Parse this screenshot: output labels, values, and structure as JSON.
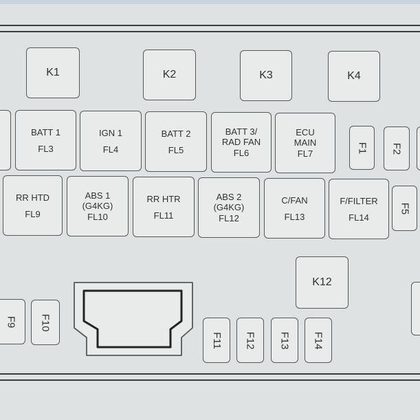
{
  "relays": [
    {
      "id": "k1",
      "label": "K1"
    },
    {
      "id": "k2",
      "label": "K2"
    },
    {
      "id": "k3",
      "label": "K3"
    },
    {
      "id": "k4",
      "label": "K4"
    },
    {
      "id": "k12",
      "label": "K12"
    }
  ],
  "fusible_links_row1": [
    {
      "id": "fl3",
      "label": "BATT 1",
      "code": "FL3"
    },
    {
      "id": "fl4",
      "label": "IGN 1",
      "code": "FL4"
    },
    {
      "id": "fl5",
      "label": "BATT 2",
      "code": "FL5"
    },
    {
      "id": "fl6",
      "label": "BATT 3/\nRAD FAN",
      "code": "FL6"
    },
    {
      "id": "fl7",
      "label": "ECU\nMAIN",
      "code": "FL7"
    }
  ],
  "fusible_links_row2": [
    {
      "id": "fl9",
      "label": "RR HTD",
      "code": "FL9"
    },
    {
      "id": "fl10",
      "label": "ABS 1\n(G4KG)",
      "code": "FL10"
    },
    {
      "id": "fl11",
      "label": "RR HTR",
      "code": "FL11"
    },
    {
      "id": "fl12",
      "label": "ABS 2\n(G4KG)",
      "code": "FL12"
    },
    {
      "id": "fl13",
      "label": "C/FAN",
      "code": "FL13"
    },
    {
      "id": "fl14",
      "label": "F/FILTER",
      "code": "FL14"
    }
  ],
  "fuses": [
    {
      "id": "f1",
      "label": "F1"
    },
    {
      "id": "f2",
      "label": "F2"
    },
    {
      "id": "f5",
      "label": "F5"
    },
    {
      "id": "f9",
      "label": "F9"
    },
    {
      "id": "f10",
      "label": "F10"
    },
    {
      "id": "f11",
      "label": "F11"
    },
    {
      "id": "f12",
      "label": "F12"
    },
    {
      "id": "f13",
      "label": "F13"
    },
    {
      "id": "f14",
      "label": "F14"
    }
  ]
}
